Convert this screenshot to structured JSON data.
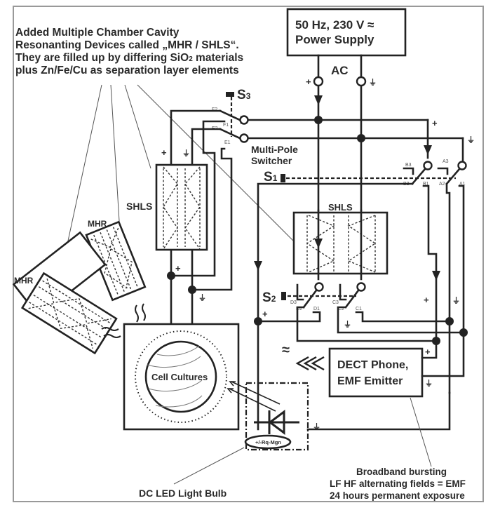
{
  "annotation": {
    "lines": [
      "Added Multiple Chamber Cavity",
      "Resonanting Devices called „MHR / SHLS“.",
      "They are filled up by differing SiO",
      "plus Zn/Fe/Cu as separation layer elements"
    ],
    "sio_subscript": "2",
    "sio_suffix": " materials"
  },
  "power_supply": {
    "line1": "50 Hz, 230 V ≈",
    "line2": "Power Supply",
    "ac_label": "AC",
    "plus": "+",
    "ground": "⏚"
  },
  "switches": {
    "s3": {
      "label": "S",
      "sub": "3",
      "contacts": [
        "F2",
        "F1",
        "E2",
        "E1"
      ]
    },
    "s1": {
      "label": "S",
      "sub": "1",
      "caption_line1": "Multi-Pole",
      "caption_line2": "Switcher",
      "contacts": [
        "B3",
        "B2",
        "B1",
        "A3",
        "A2",
        "A1"
      ]
    },
    "s2": {
      "label": "S",
      "sub": "2",
      "contacts": [
        "D3",
        "D2",
        "D1",
        "C3",
        "C2",
        "C1"
      ]
    }
  },
  "devices": {
    "shls_left": "SHLS",
    "shls_center": "SHLS",
    "mhr_upper": "MHR",
    "mhr_lower": "MHR",
    "cell_cultures": "Cell Cultures",
    "dect_line1": "DECT Phone,",
    "dect_line2": "EMF Emitter",
    "led_ring": "+/-Rq-Mgn",
    "led_caption": "DC LED Light Bulb"
  },
  "polarity": {
    "plus": "+",
    "ground": "⏚",
    "wave": "≈"
  },
  "footer": {
    "line1": "Broadband bursting",
    "line2": "LF HF alternating fields = EMF",
    "line3": "24 hours permanent exposure"
  }
}
